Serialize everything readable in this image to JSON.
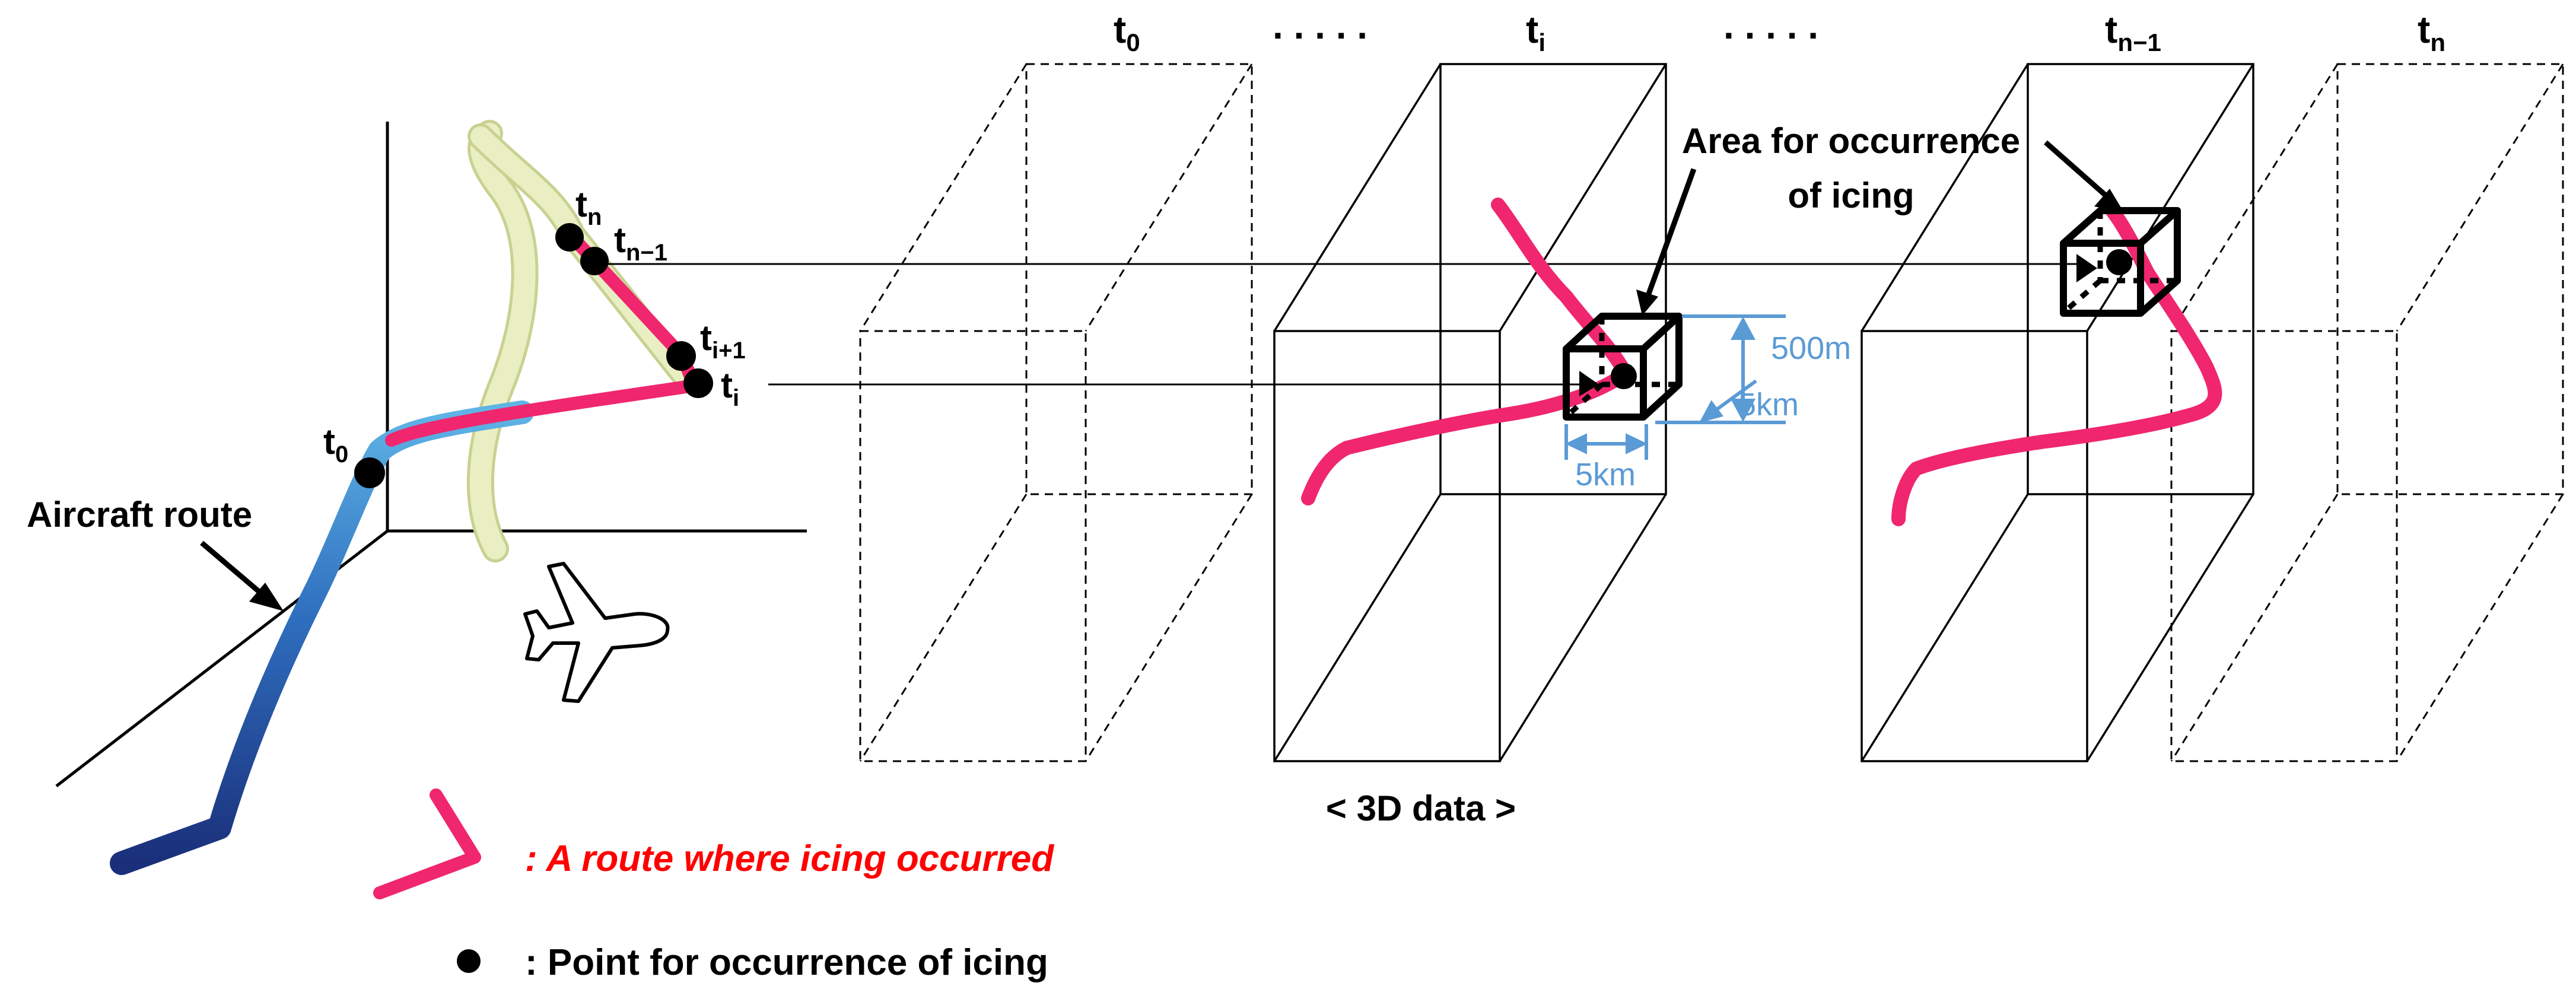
{
  "colors": {
    "icing_route": "#f0266e",
    "route_light": "#5fb4e6",
    "route_dark": "#1a2f7a",
    "ghost_route": "#e6edbe",
    "dimension": "#5b9bd5",
    "legend_text": "#ff0000"
  },
  "icons": {
    "aircraft": "airplane-icon"
  },
  "time_labels": {
    "t0": {
      "base": "t",
      "sub": "0"
    },
    "ti": {
      "base": "t",
      "sub": "i"
    },
    "tn1": {
      "base": "t",
      "sub": "n−1"
    },
    "tn": {
      "base": "t",
      "sub": "n"
    },
    "ti1": {
      "base": "t",
      "sub": "i+1"
    }
  },
  "ellipsis": ". . . . .",
  "route_label": "Aircraft route",
  "area_label_line1": "Area for occurrence",
  "area_label_line2": "of icing",
  "dimensions": {
    "height": "500m",
    "depth": "5km",
    "width": "5km"
  },
  "data_caption": "< 3D data >",
  "legend": {
    "route": ": A route where icing occurred",
    "point": ": Point for occurrence of icing"
  }
}
